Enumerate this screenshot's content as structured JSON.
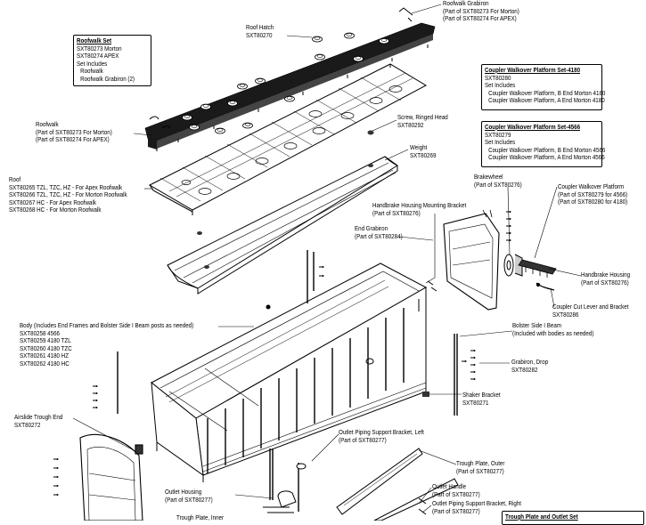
{
  "labels": {
    "roofwalk_grabiron": [
      "Roofwalk Grabiron",
      "(Part of SXT80273 For Morton)",
      "(Part of SXT80274 For APEX)"
    ],
    "roof_hatch": [
      "Roof Hatch",
      "SXT80270"
    ],
    "screw_ringed_head": [
      "Screw, Ringed Head",
      "SXT80292"
    ],
    "roofwalk": [
      "Roofwalk",
      "(Part of SXT80273 For Morton)",
      "(Part of SXT80274 For APEX)"
    ],
    "weight": [
      "Weight",
      "SXT80269"
    ],
    "roof": [
      "Roof",
      "SXT80265 TZL, TZC, HZ - For Apex Roofwalk",
      "SXT80266 TZL, TZC, HZ - For Morton Roofwalk",
      "SXT80267 HC - For Apex Roofwalk",
      "SXT80268 HC - For Morton Roofwalk"
    ],
    "brakewheel": [
      "Brakewheel",
      "(Part of SXT80276)"
    ],
    "coupler_walkover_platform": [
      "Coupler Walkover Platform",
      "(Part of SXT80279 for 4566)",
      "(Part of SXT80280 for 4180)"
    ],
    "handbrake_housing_mounting_bracket": [
      "Handbrake Housing Mounting Bracket",
      "(Part of SXT80276)"
    ],
    "end_grabiron": [
      "End Grabiron",
      "(Part of SXT80284)"
    ],
    "handbrake_housing": [
      "Handbrake Housing",
      "(Part of SXT80276)"
    ],
    "coupler_cut_lever": [
      "Coupler Cut Lever and Bracket",
      "SXT80286"
    ],
    "bolster_side_i_beam": [
      "Bolster Side I Beam",
      "(Included with bodies as needed)"
    ],
    "body": [
      "Body (Includes End Frames and Bolster Side I Beam posts as needed)",
      "SXT80258 4566",
      "SXT80259 4180 TZL",
      "SXT80260 4180 TZC",
      "SXT80261 4180 HZ",
      "SXT80262 4180 HC"
    ],
    "grabiron_drop": [
      "Grabiron, Drop",
      "SXT80282"
    ],
    "shaker_bracket": [
      "Shaker Bracket",
      "SXT80271"
    ],
    "airslide_trough_end": [
      "Airslide Trough End",
      "SXT80272"
    ],
    "outlet_piping_bracket_left": [
      "Outlet Piping Support Bracket, Left",
      "(Part of SXT80277)"
    ],
    "trough_plate_outer": [
      "Trough Plate, Outer",
      "(Part of SXT80277)"
    ],
    "outlet_housing": [
      "Outlet Housing",
      "(Part of SXT80277)"
    ],
    "outlet_handle": [
      "Outlet Handle",
      "(Part of SXT80277)"
    ],
    "outlet_piping_bracket_right": [
      "Outlet Piping Support Bracket, Right",
      "(Part of SXT80277)"
    ],
    "trough_plate_inner": [
      "Trough Plate, Inner"
    ]
  },
  "boxes": {
    "roofwalk_set": {
      "title": "Roofwalk Set",
      "lines": [
        "SXT80273 Morton",
        "SXT80274 APEX",
        "Set Includes"
      ],
      "items": [
        "Roofwalk",
        "Roofwalk Grabiron (2)"
      ]
    },
    "coupler_set_4180": {
      "title": "Coupler Walkover Platform Set-4180",
      "lines": [
        "SXT80280",
        "Set Includes"
      ],
      "items": [
        "Coupler Walkover Platform, B End Morton 4180",
        "Coupler Walkover Platform, A End Morton 4180"
      ]
    },
    "coupler_set_4566": {
      "title": "Coupler Walkover Platform Set-4566",
      "lines": [
        "SXT80279",
        "Set Includes"
      ],
      "items": [
        "Coupler Walkover Platform, B End Morton 4566",
        "Coupler Walkover Platform, A End Morton 4566"
      ]
    },
    "trough_set": {
      "title": "Trough Plate and Outlet Set"
    }
  }
}
